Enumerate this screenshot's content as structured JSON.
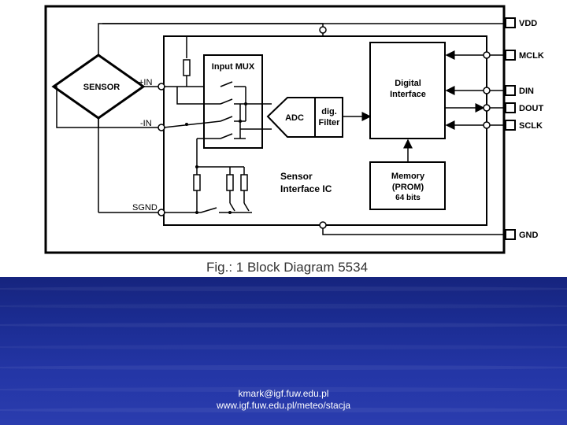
{
  "diagram": {
    "blocks": {
      "sensor": "SENSOR",
      "input_mux": "Input MUX",
      "adc": "ADC",
      "dig_filter_line1": "dig.",
      "dig_filter_line2": "Filter",
      "digital_interface_line1": "Digital",
      "digital_interface_line2": "Interface",
      "memory_line1": "Memory",
      "memory_line2": "(PROM)",
      "memory_line3": "64 bits",
      "sensor_ic_line1": "Sensor",
      "sensor_ic_line2": "Interface IC"
    },
    "inputs": {
      "plus_in": "+IN",
      "minus_in": "-IN",
      "sgnd": "SGND"
    },
    "pins": [
      "VDD",
      "MCLK",
      "DIN",
      "DOUT",
      "SCLK",
      "GND"
    ]
  },
  "caption": "Fig.: 1 Block Diagram 5534",
  "footer": {
    "email": "kmark@igf.fuw.edu.pl",
    "url": "www.igf.fuw.edu.pl/meteo/stacja"
  }
}
